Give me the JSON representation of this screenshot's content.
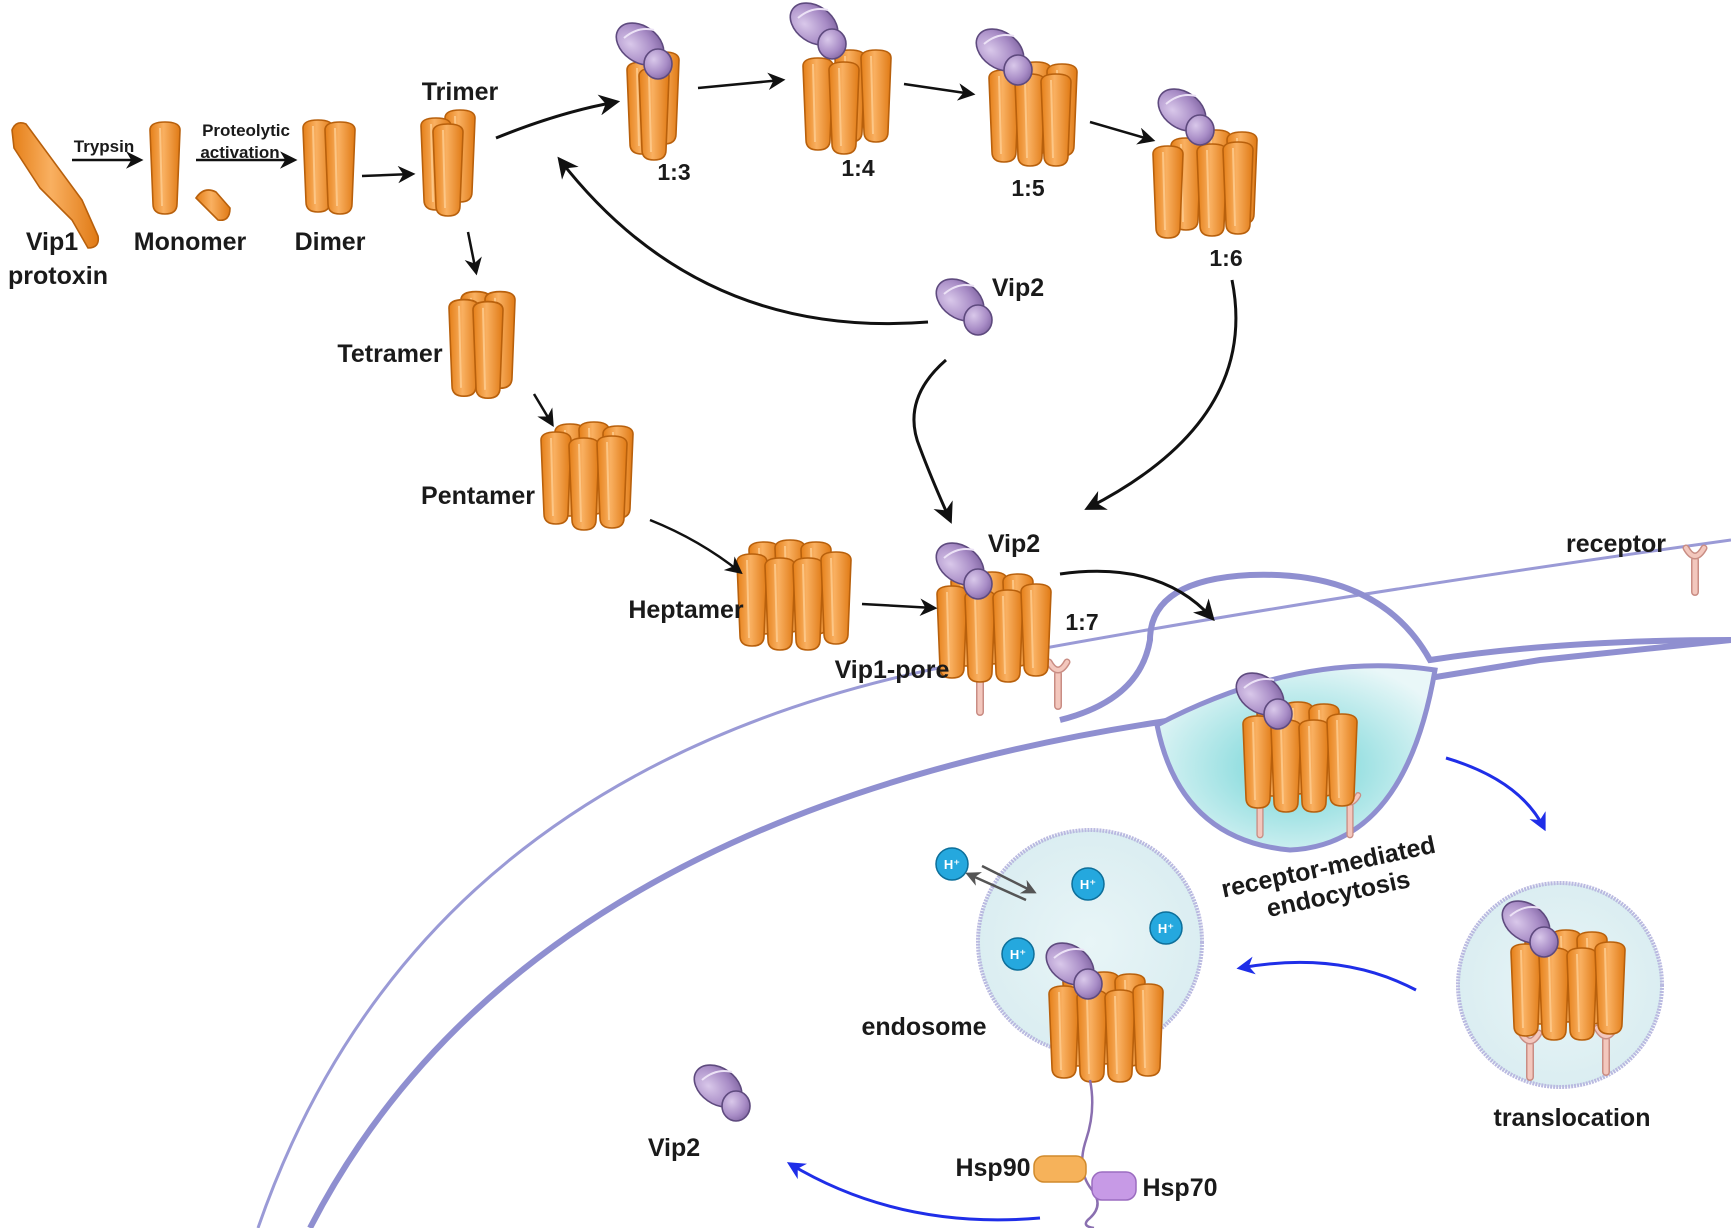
{
  "colors": {
    "protein": "#f39b3a",
    "protein_dark": "#c86a10",
    "vip2": "#a88cc6",
    "vip2_dark": "#6f5690",
    "membrane": "#8f8fd0",
    "blue_arrow": "#1f2ee8",
    "receptor": "#f3c7bd",
    "proton": "#25a8de",
    "vesicle_fill": "#d6eef2",
    "hsp90": "#f6b25a",
    "hsp70": "#c79ae6"
  },
  "labels": {
    "vip1_protoxin_line1": "Vip1",
    "vip1_protoxin_line2": "protoxin",
    "trypsin": "Trypsin",
    "proteolytic_line1": "Proteolytic",
    "proteolytic_line2": "activation",
    "monomer": "Monomer",
    "dimer": "Dimer",
    "trimer": "Trimer",
    "tetramer": "Tetramer",
    "pentamer": "Pentamer",
    "heptamer": "Heptamer",
    "vip1_pore": "Vip1-pore",
    "vip2_top": "Vip2",
    "vip2_pore": "Vip2",
    "vip2_released": "Vip2",
    "receptor": "receptor",
    "endocytosis_line1": "receptor-mediated",
    "endocytosis_line2": "endocytosis",
    "translocation": "translocation",
    "endosome": "endosome",
    "hsp90": "Hsp90",
    "hsp70": "Hsp70",
    "proton": "H⁺"
  },
  "ratios": [
    "1:3",
    "1:4",
    "1:5",
    "1:6",
    "1:7"
  ]
}
